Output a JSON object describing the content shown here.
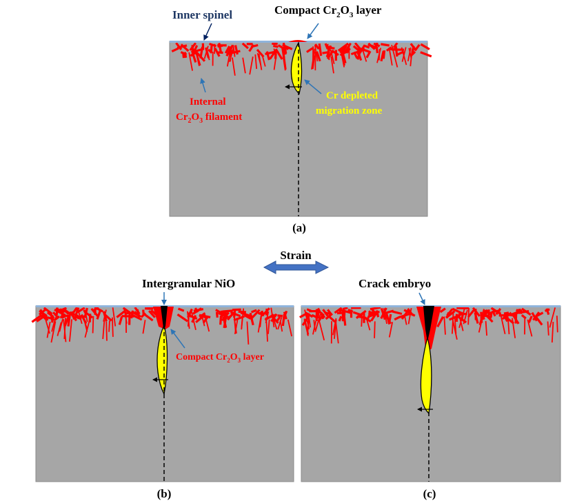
{
  "colors": {
    "metal": "#a6a6a6",
    "spinel": "#8fb4dc",
    "oxide": "#ff0000",
    "depleted": "#ffff00",
    "label_blue": "#1f3864",
    "arrow_blue": "#2e75b6",
    "strain_arrow": "#4472c4",
    "dark_arrow": "#002060"
  },
  "panel_a": {
    "caption": "(a)",
    "label_inner_spinel": "Inner spinel",
    "label_compact_prefix": "Compact Cr",
    "label_compact_sub1": "2",
    "label_compact_mid": "O",
    "label_compact_sub2": "3",
    "label_compact_suffix": " layer",
    "label_internal_line1": "Internal",
    "label_internal_prefix": "Cr",
    "label_internal_sub1": "2",
    "label_internal_mid": "O",
    "label_internal_sub2": "3",
    "label_internal_suffix": " filament",
    "label_cr_line1": "Cr depleted",
    "label_cr_line2": "migration zone"
  },
  "strain": {
    "label": "Strain"
  },
  "panel_b": {
    "caption": "(b)",
    "label_intergranular": "Intergranular NiO",
    "label_compact_prefix": "Compact Cr",
    "label_compact_sub1": "2",
    "label_compact_mid": "O",
    "label_compact_sub2": "3",
    "label_compact_suffix": " layer"
  },
  "panel_c": {
    "caption": "(c)",
    "label_crack": "Crack embryo"
  }
}
